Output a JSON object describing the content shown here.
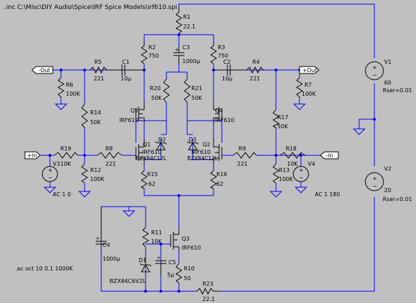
{
  "directives": {
    "include": ".inc C:\\Misc\\DIY Audio\\Spice\\IRF Spice Models\\irf610.spi",
    "analysis": ".ac oct 10 0.1 1000K"
  },
  "ports": {
    "neg_out": "-Out",
    "pos_out": "+Out",
    "pos_in": "+In",
    "neg_in": "-In"
  },
  "components": {
    "R1": {
      "name": "R1",
      "value": "22.1"
    },
    "R2": {
      "name": "R2",
      "value": "750"
    },
    "R3": {
      "name": "R3",
      "value": "750"
    },
    "C3": {
      "name": "C3",
      "value": "1000µ"
    },
    "R5": {
      "name": "R5",
      "value": "221"
    },
    "C1": {
      "name": "C1",
      "value": "10µ"
    },
    "C2": {
      "name": "C2",
      "value": "10µ"
    },
    "R4": {
      "name": "R4",
      "value": "221"
    },
    "R6": {
      "name": "R6",
      "value": "100K"
    },
    "R7": {
      "name": "R7",
      "value": "100K"
    },
    "R20": {
      "name": "R20",
      "value": "50K"
    },
    "R21": {
      "name": "R21",
      "value": "50K"
    },
    "R14": {
      "name": "R14",
      "value": "50K"
    },
    "R17": {
      "name": "R17",
      "value": "50K"
    },
    "Q5": {
      "name": "Q5",
      "value": "IRF610"
    },
    "Q4": {
      "name": "Q4",
      "value": "IRF610"
    },
    "Q1": {
      "name": "Q1",
      "value": "IRF610"
    },
    "Q2": {
      "name": "Q2",
      "value": "IRF610"
    },
    "D2": {
      "name": "D2",
      "value": "BZX84C12L"
    },
    "D3": {
      "name": "D3",
      "value": "BZX84C12L"
    },
    "R19": {
      "name": "R19",
      "value": "10K"
    },
    "R8": {
      "name": "R8",
      "value": "221"
    },
    "R9": {
      "name": "R9",
      "value": "221"
    },
    "R18": {
      "name": "R18",
      "value": "10K"
    },
    "R12": {
      "name": "R12",
      "value": "100K"
    },
    "R13": {
      "name": "R13",
      "value": "100K"
    },
    "R15": {
      "name": "R15",
      "value": "62"
    },
    "R16": {
      "name": "R16",
      "value": "62"
    },
    "V3": {
      "name": "V3",
      "value": "AC 1 0"
    },
    "V4": {
      "name": "V4",
      "value": "AC 1 180"
    },
    "V1": {
      "name": "V1",
      "value": "60",
      "rser": "Rser=0.01"
    },
    "V2": {
      "name": "V2",
      "value": "20",
      "rser": "Rser=0.01"
    },
    "C4": {
      "name": "C4",
      "value": "1000µ"
    },
    "R11": {
      "name": "R11",
      "value": "10K"
    },
    "Q3": {
      "name": "Q3",
      "value": "IRF610"
    },
    "C5": {
      "name": "C5",
      "value": "5µ"
    },
    "D1": {
      "name": "D1",
      "value": "BZX84C6V2L"
    },
    "R10": {
      "name": "R10",
      "value": "50"
    },
    "R23": {
      "name": "R23",
      "value": "22.1"
    }
  }
}
